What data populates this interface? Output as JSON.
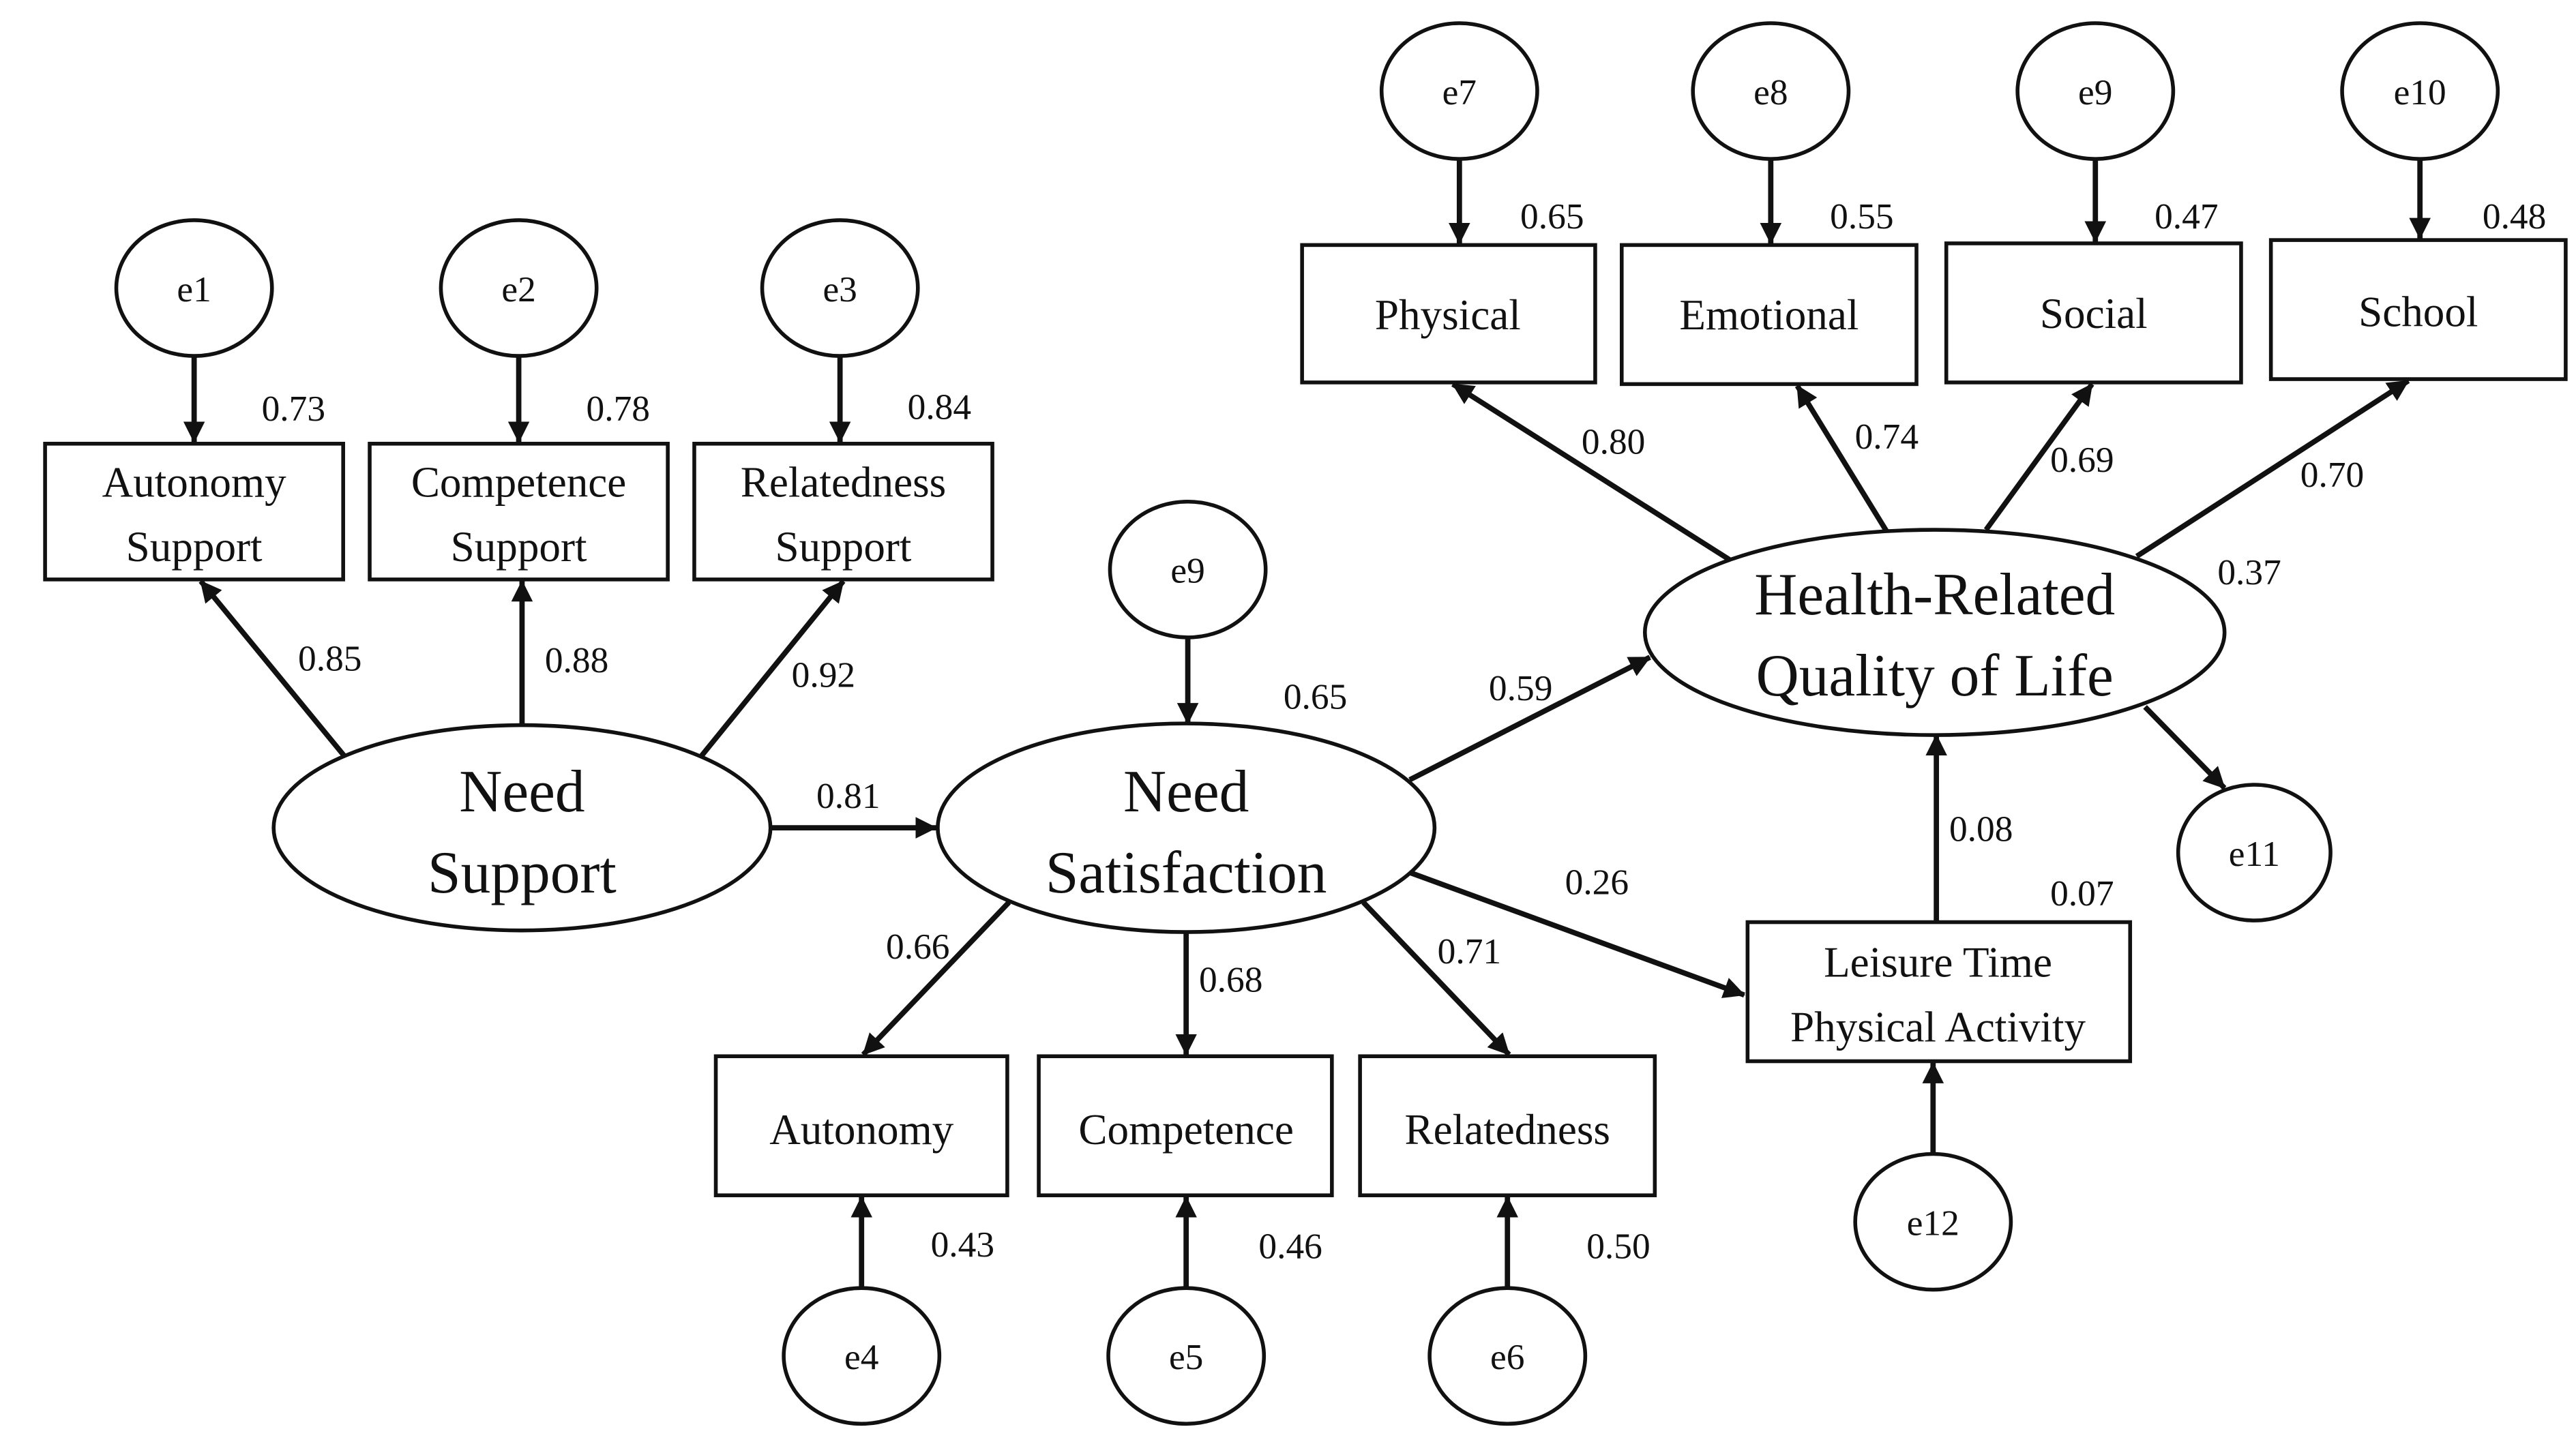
{
  "latent": {
    "need_support": [
      "Need",
      "Support"
    ],
    "need_satisfaction": [
      "Need",
      "Satisfaction"
    ],
    "hrqol": [
      "Health-Related",
      "Quality of Life"
    ]
  },
  "observed": {
    "autonomy_support": [
      "Autonomy",
      "Support"
    ],
    "competence_support": [
      "Competence",
      "Support"
    ],
    "relatedness_support": [
      "Relatedness",
      "Support"
    ],
    "autonomy": [
      "Autonomy"
    ],
    "competence": [
      "Competence"
    ],
    "relatedness": [
      "Relatedness"
    ],
    "ltpa": [
      "Leisure Time",
      "Physical Activity"
    ],
    "physical": [
      "Physical"
    ],
    "emotional": [
      "Emotional"
    ],
    "social": [
      "Social"
    ],
    "school": [
      "School"
    ]
  },
  "errors": {
    "e1": "e1",
    "e2": "e2",
    "e3": "e3",
    "e4": "e4",
    "e5": "e5",
    "e6": "e6",
    "e7": "e7",
    "e8": "e8",
    "e9_indicator": "e9",
    "e10": "e10",
    "e11": "e11",
    "e9_latent": "e9",
    "e12": "e12"
  },
  "loadings": {
    "need_support_autonomy_support": "0.85",
    "need_support_competence_support": "0.88",
    "need_support_relatedness_support": "0.92",
    "need_satisfaction_autonomy": "0.66",
    "need_satisfaction_competence": "0.68",
    "need_satisfaction_relatedness": "0.71",
    "hrqol_physical": "0.80",
    "hrqol_emotional": "0.74",
    "hrqol_social": "0.69",
    "hrqol_school": "0.70"
  },
  "paths": {
    "need_support_to_need_satisfaction": "0.81",
    "need_satisfaction_to_hrqol": "0.59",
    "need_satisfaction_to_ltpa": "0.26",
    "ltpa_to_hrqol": "0.08"
  },
  "r_squared": {
    "autonomy_support": "0.73",
    "competence_support": "0.78",
    "relatedness_support": "0.84",
    "autonomy": "0.43",
    "competence": "0.46",
    "relatedness": "0.50",
    "physical": "0.65",
    "emotional": "0.55",
    "social": "0.47",
    "school": "0.48",
    "need_satisfaction": "0.65",
    "hrqol": "0.37",
    "ltpa": "0.07"
  }
}
